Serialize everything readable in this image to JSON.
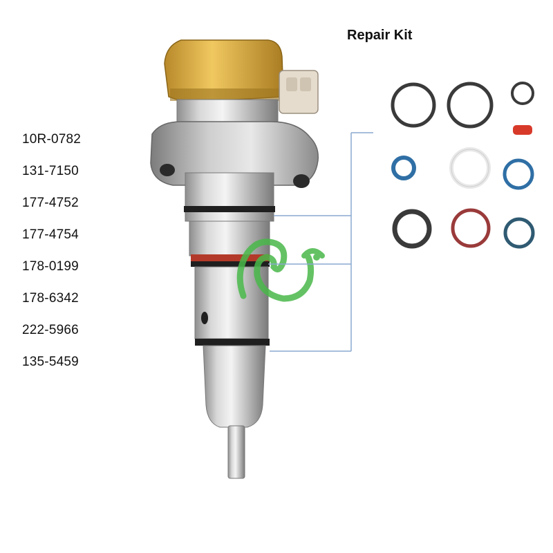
{
  "product": {
    "part_numbers": [
      "10R-0782",
      "131-7150",
      "177-4752",
      "177-4754",
      "178-0199",
      "178-6342",
      "222-5966",
      "135-5459"
    ],
    "kit_title": "Repair Kit"
  },
  "photo": {
    "subject": "fuel injector",
    "top_color": "#e3b53a",
    "body_color": "#c9c9c9",
    "leader_line_color": "#8aa8d0"
  },
  "kit": {
    "rings": [
      {
        "color": "#3a3a3a"
      },
      {
        "color": "#3a3a3a"
      },
      {
        "color": "#3a3a3a"
      },
      {
        "color": "#d83a2a",
        "kind": "sleeve"
      },
      {
        "color": "#2f6fa5"
      },
      {
        "color": "#e8e8e8"
      },
      {
        "color": "#2f6fa5"
      },
      {
        "color": "#3a3a3a"
      },
      {
        "color": "#9a3a3a"
      },
      {
        "color": "#2f5a72"
      }
    ]
  }
}
